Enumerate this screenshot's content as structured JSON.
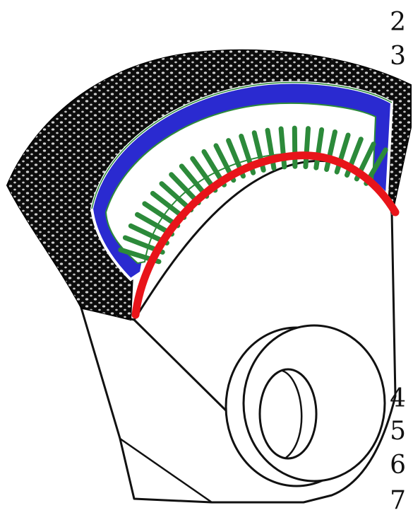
{
  "labels": [
    "2",
    "3",
    "4",
    "5",
    "6",
    "7"
  ],
  "colors": {
    "outer_layer": "#0c0c0c",
    "blue_layer": "#2a2ad0",
    "green_fibers": "#2c8a3a",
    "red_layer": "#e8141a",
    "outline": "#111111",
    "background": "#ffffff"
  }
}
